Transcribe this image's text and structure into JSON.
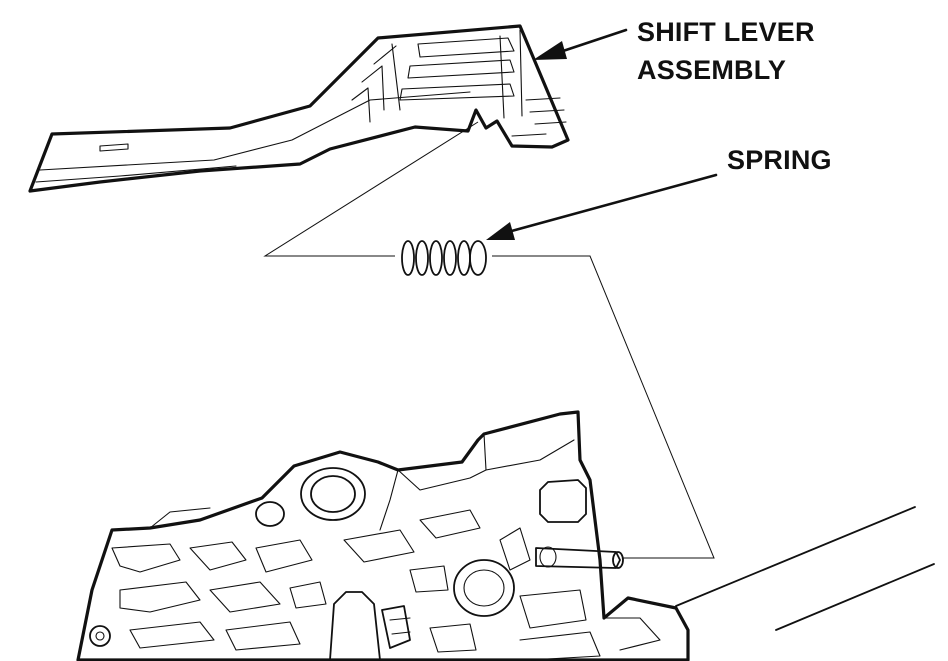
{
  "labels": {
    "shift_lever_line1": "SHIFT LEVER",
    "shift_lever_line2": "ASSEMBLY",
    "spring": "SPRING"
  },
  "colors": {
    "ink": "#111111",
    "background": "#ffffff"
  }
}
